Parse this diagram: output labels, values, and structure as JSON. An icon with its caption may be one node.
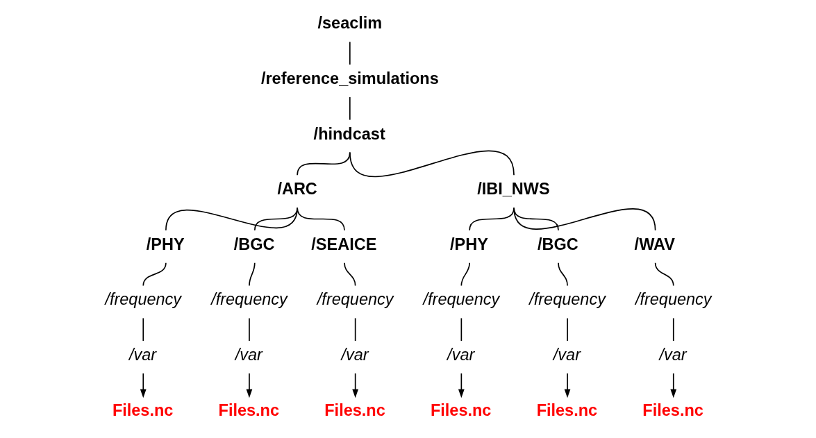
{
  "diagram": {
    "nodes": [
      {
        "text": [
          "/seaclim"
        ]
      },
      {
        "text": [
          "/reference_simulations"
        ]
      },
      {
        "text": [
          "/hindcast"
        ]
      },
      {
        "text": [
          "/ARC"
        ]
      },
      {
        "text": [
          "/IBI_NWS"
        ]
      },
      {
        "text": [
          "/PHY"
        ]
      },
      {
        "text": [
          "/BGC"
        ]
      },
      {
        "text": [
          "/SEAICE"
        ]
      },
      {
        "text": [
          "/PHY"
        ]
      },
      {
        "text": [
          "/BGC"
        ]
      },
      {
        "text": [
          "/WAV"
        ]
      },
      {
        "text": [
          "/frequency"
        ]
      },
      {
        "text": [
          "/frequency"
        ]
      },
      {
        "text": [
          "/frequency"
        ]
      },
      {
        "text": [
          "/frequency"
        ]
      },
      {
        "text": [
          "/frequency"
        ]
      },
      {
        "text": [
          "/frequency"
        ]
      },
      {
        "text": [
          "/var"
        ]
      },
      {
        "text": [
          "/var"
        ]
      },
      {
        "text": [
          "/var"
        ]
      },
      {
        "text": [
          "/var"
        ]
      },
      {
        "text": [
          "/var"
        ]
      },
      {
        "text": [
          "/var"
        ]
      },
      {
        "text": [
          "Files.nc"
        ]
      },
      {
        "text": [
          "Files.nc"
        ]
      },
      {
        "text": [
          "Files.nc"
        ]
      },
      {
        "text": [
          "Files.nc"
        ]
      },
      {
        "text": [
          "Files.nc"
        ]
      },
      {
        "text": [
          "Files.nc"
        ]
      }
    ],
    "edges": [
      {
        "from": 0,
        "to": 1,
        "arrow": "none"
      },
      {
        "from": 1,
        "to": 2,
        "arrow": "none"
      },
      {
        "from": 2,
        "to": 3,
        "arrow": "none"
      },
      {
        "from": 2,
        "to": 4,
        "arrow": "none"
      },
      {
        "from": 3,
        "to": 5,
        "arrow": "none"
      },
      {
        "from": 3,
        "to": 6,
        "arrow": "none"
      },
      {
        "from": 3,
        "to": 7,
        "arrow": "none"
      },
      {
        "from": 4,
        "to": 8,
        "arrow": "none"
      },
      {
        "from": 4,
        "to": 9,
        "arrow": "none"
      },
      {
        "from": 4,
        "to": 10,
        "arrow": "none"
      },
      {
        "from": 5,
        "to": 11,
        "arrow": "none"
      },
      {
        "from": 6,
        "to": 12,
        "arrow": "none"
      },
      {
        "from": 7,
        "to": 13,
        "arrow": "none"
      },
      {
        "from": 8,
        "to": 14,
        "arrow": "none"
      },
      {
        "from": 9,
        "to": 15,
        "arrow": "none"
      },
      {
        "from": 10,
        "to": 16,
        "arrow": "none"
      },
      {
        "from": 11,
        "to": 17,
        "arrow": "none"
      },
      {
        "from": 12,
        "to": 18,
        "arrow": "none"
      },
      {
        "from": 13,
        "to": 19,
        "arrow": "none"
      },
      {
        "from": 14,
        "to": 20,
        "arrow": "none"
      },
      {
        "from": 15,
        "to": 21,
        "arrow": "none"
      },
      {
        "from": 16,
        "to": 22,
        "arrow": "none"
      },
      {
        "from": 17,
        "to": 23,
        "arrow": "to"
      },
      {
        "from": 18,
        "to": 24,
        "arrow": "to"
      },
      {
        "from": 19,
        "to": 25,
        "arrow": "to"
      },
      {
        "from": 20,
        "to": 26,
        "arrow": "to"
      },
      {
        "from": 21,
        "to": 27,
        "arrow": "to"
      },
      {
        "from": 22,
        "to": 28,
        "arrow": "to"
      }
    ]
  }
}
